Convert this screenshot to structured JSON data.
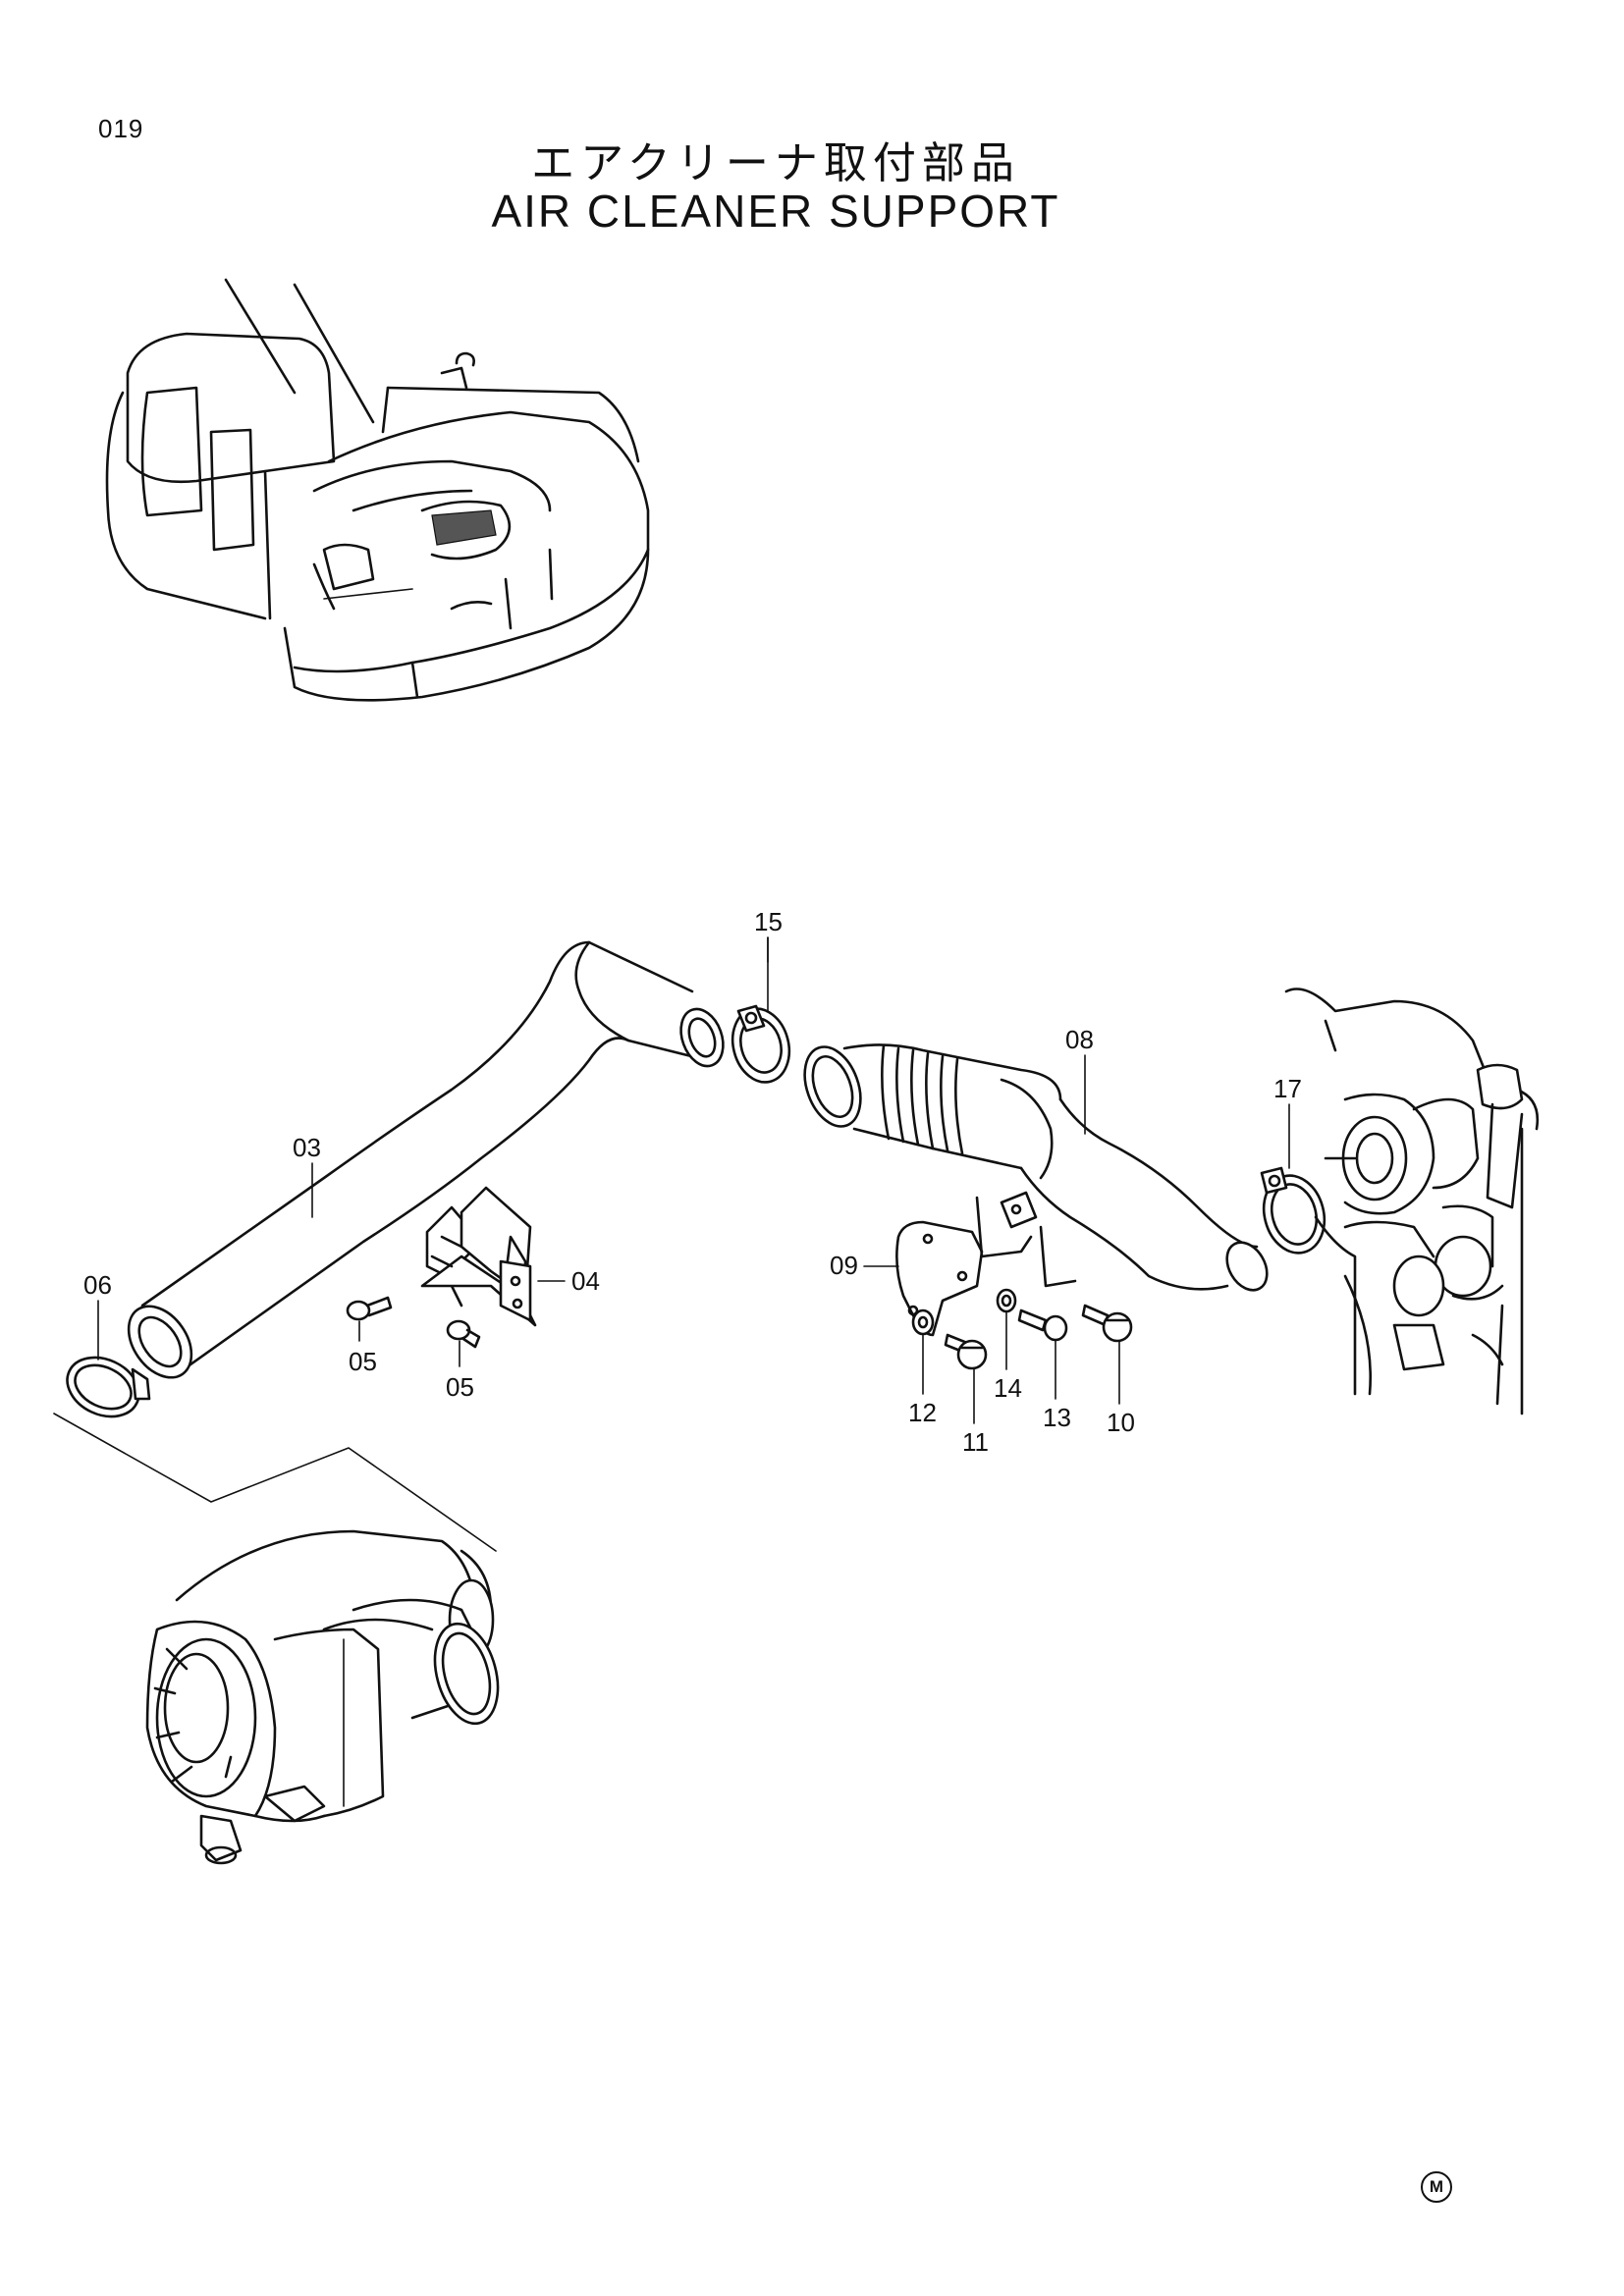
{
  "page": {
    "number": "019",
    "title_jp": "エアクリーナ取付部品",
    "title_en": "AIR CLEANER SUPPORT",
    "mark": "M"
  },
  "callouts": [
    {
      "id": "c03",
      "label": "03"
    },
    {
      "id": "c04",
      "label": "04"
    },
    {
      "id": "c05a",
      "label": "05"
    },
    {
      "id": "c05b",
      "label": "05"
    },
    {
      "id": "c06",
      "label": "06"
    },
    {
      "id": "c08",
      "label": "08"
    },
    {
      "id": "c09",
      "label": "09"
    },
    {
      "id": "c10",
      "label": "10"
    },
    {
      "id": "c11",
      "label": "11"
    },
    {
      "id": "c12",
      "label": "12"
    },
    {
      "id": "c13",
      "label": "13"
    },
    {
      "id": "c14",
      "label": "14"
    },
    {
      "id": "c15",
      "label": "15"
    },
    {
      "id": "c17",
      "label": "17"
    }
  ]
}
